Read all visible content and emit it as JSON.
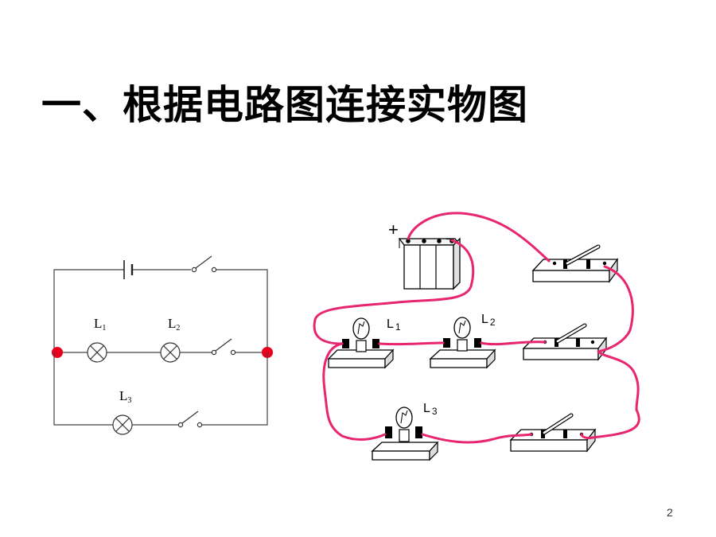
{
  "slide": {
    "title": "一、根据电路图连接实物图",
    "page_number": "2"
  },
  "schematic": {
    "labels": {
      "l1": {
        "letter": "L",
        "sub": "1"
      },
      "l2": {
        "letter": "L",
        "sub": "2"
      },
      "l3": {
        "letter": "L",
        "sub": "3"
      }
    },
    "node_color": "#e8001c",
    "wire_color": "#444444"
  },
  "physical": {
    "battery_plus": "+",
    "battery_minus": "−",
    "labels": {
      "l1": {
        "letter": "L",
        "sub": "1"
      },
      "l2": {
        "letter": "L",
        "sub": "2"
      },
      "l3": {
        "letter": "L",
        "sub": "3"
      }
    },
    "wire_color": "#e8256f"
  }
}
